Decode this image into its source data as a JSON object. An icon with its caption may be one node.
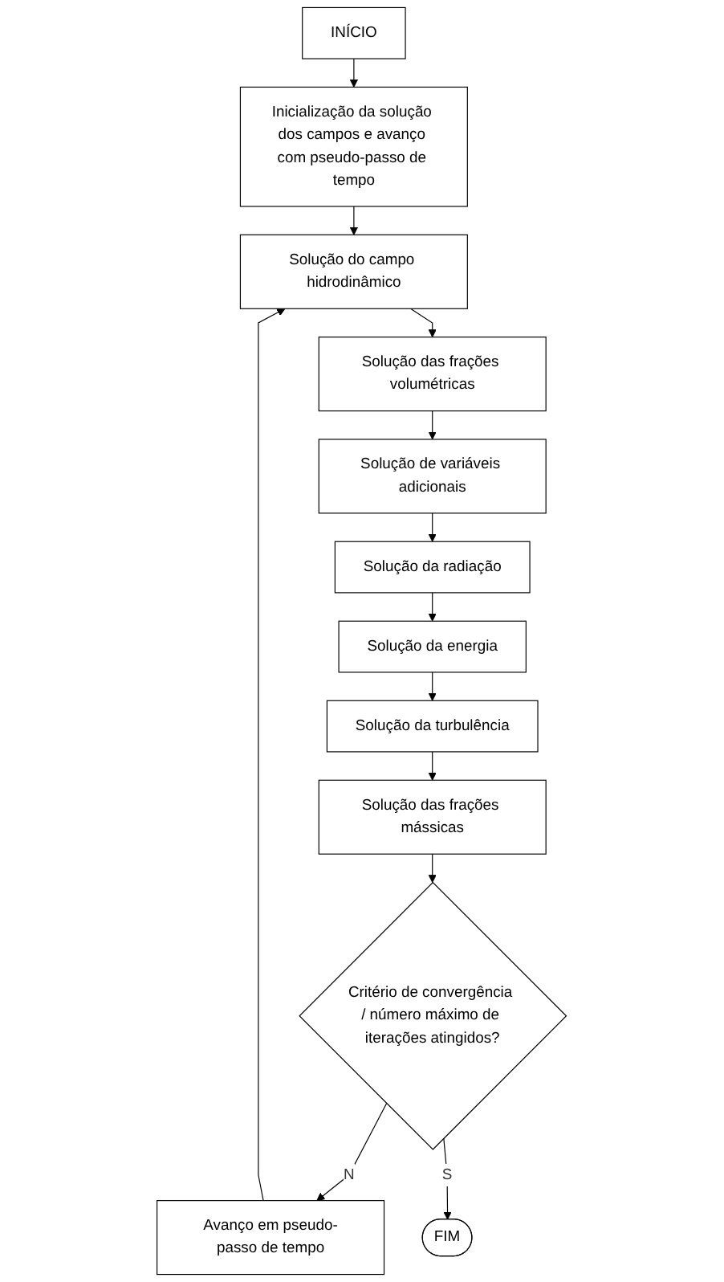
{
  "diagram": {
    "nodes": [
      {
        "text": [
          "INÍCIO"
        ]
      },
      {
        "text": [
          "Inicialização da solução dos campos e avanço com pseudo-passo de tempo"
        ]
      },
      {
        "text": [
          "Solução do campo hidrodinâmico"
        ]
      },
      {
        "text": [
          "Solução das frações volumétricas"
        ]
      },
      {
        "text": [
          "Solução de variáveis adicionais"
        ]
      },
      {
        "text": [
          "Solução da radiação"
        ]
      },
      {
        "text": [
          "Solução da energia"
        ]
      },
      {
        "text": [
          "Solução da turbulência"
        ]
      },
      {
        "text": [
          "Solução das frações mássicas"
        ]
      },
      {
        "text": [
          "Avanço em pseudo-passo de tempo"
        ]
      },
      {
        "text": [
          "Critério de convergência / número máximo de iterações atingidos?"
        ]
      },
      {
        "text": [
          "FIM"
        ]
      }
    ],
    "edges": [
      {
        "from": 0,
        "to": 1,
        "arrow": "to"
      },
      {
        "from": 1,
        "to": 2,
        "arrow": "to"
      },
      {
        "from": 2,
        "to": 3,
        "arrow": "to"
      },
      {
        "from": 3,
        "to": 4,
        "arrow": "to"
      },
      {
        "from": 4,
        "to": 5,
        "arrow": "to"
      },
      {
        "from": 5,
        "to": 6,
        "arrow": "to"
      },
      {
        "from": 6,
        "to": 7,
        "arrow": "to"
      },
      {
        "from": 7,
        "to": 8,
        "arrow": "to"
      },
      {
        "from": 8,
        "to": 10,
        "arrow": "to"
      },
      {
        "from": 10,
        "to": 9,
        "arrow": "to",
        "label": "N"
      },
      {
        "from": 9,
        "to": 2,
        "arrow": "to"
      },
      {
        "from": 10,
        "to": 11,
        "arrow": "to",
        "label": "S"
      }
    ]
  }
}
